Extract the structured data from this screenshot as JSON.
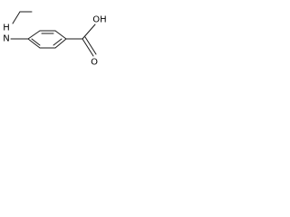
{
  "molecule": {
    "atoms": {
      "amine_h": "H",
      "amine_n": "N",
      "carboxyl_o": "O",
      "hydroxyl": "OH"
    }
  }
}
